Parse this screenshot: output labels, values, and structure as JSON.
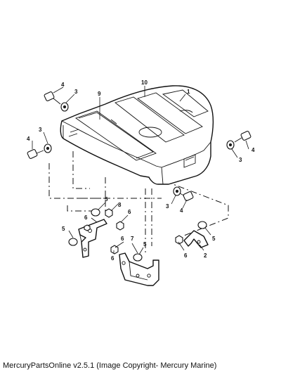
{
  "diagram": {
    "callouts": {
      "c10": "10",
      "c1": "1",
      "c9": "9",
      "c4a": "4",
      "c3a": "3",
      "c3b": "3",
      "c4b": "4",
      "c4c": "4",
      "c3c": "3",
      "c3d": "3",
      "c4d": "4",
      "c5a": "5",
      "c8": "8",
      "c6a": "6",
      "c6b": "6",
      "c5b": "5",
      "c7": "7",
      "c6c": "6",
      "c5c": "5",
      "c6d": "6",
      "c5d": "5",
      "c2": "2",
      "c6e": "6"
    }
  },
  "footer": {
    "text": "MercuryPartsOnline v2.5.1 (Image Copyright- Mercury Marine)"
  }
}
